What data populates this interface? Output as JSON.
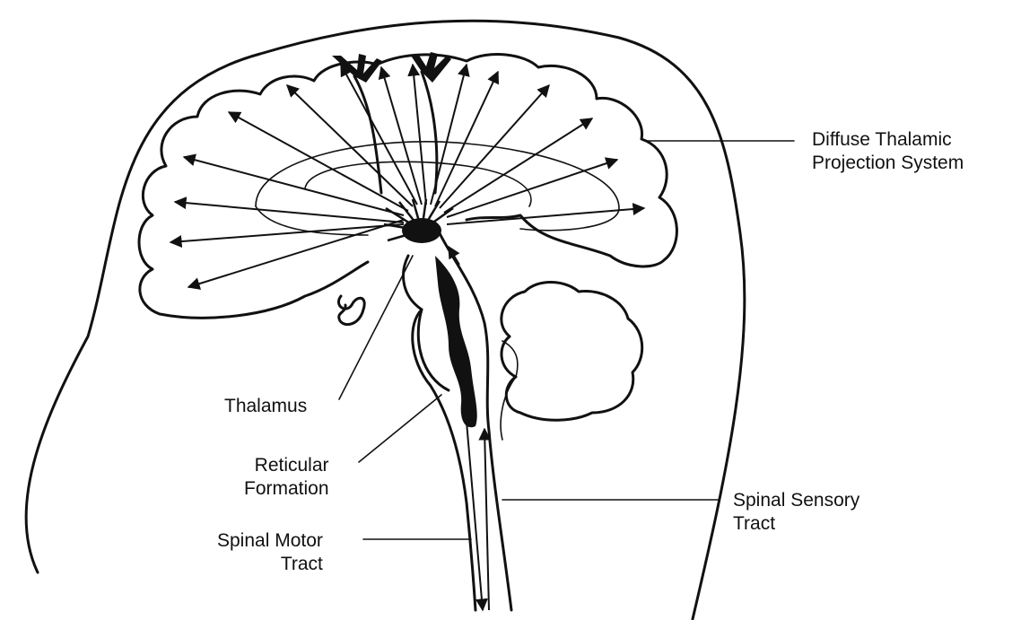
{
  "labels": {
    "diffuse": "Diffuse Thalamic\nProjection System",
    "thalamus": "Thalamus",
    "reticular": "Reticular\nFormation",
    "spinal_sensory": "Spinal Sensory\nTract",
    "spinal_motor": "Spinal Motor\nTract"
  }
}
